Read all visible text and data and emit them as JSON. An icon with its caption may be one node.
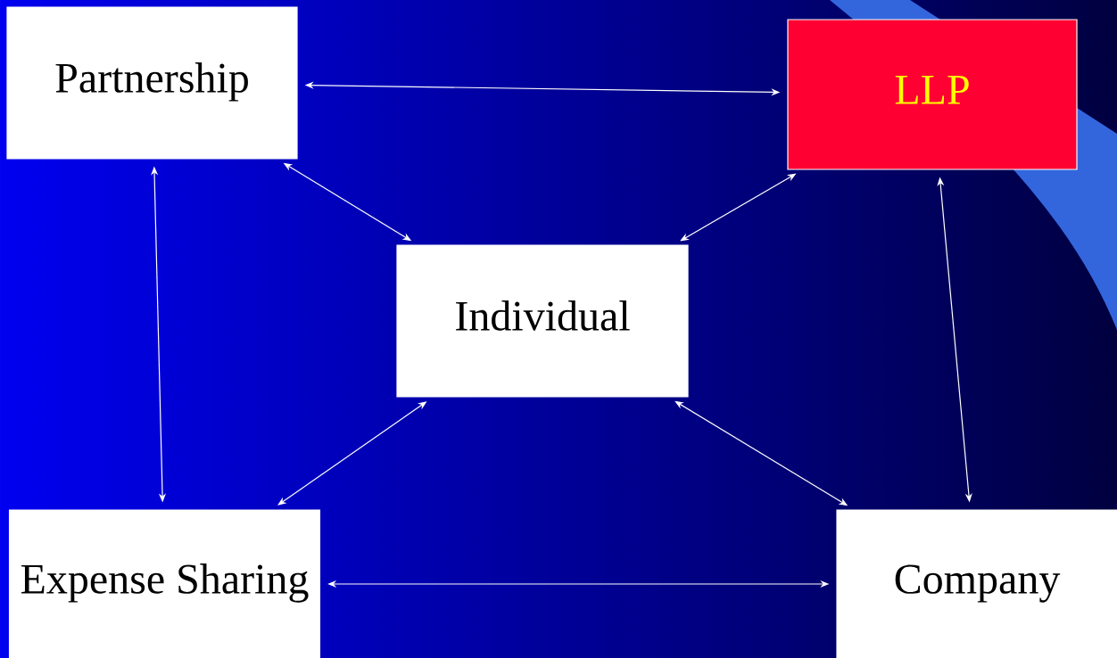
{
  "diagram": {
    "nodes": [
      {
        "text": [
          "Partnership"
        ]
      },
      {
        "text": [
          "LLP"
        ]
      },
      {
        "text": [
          "Individual"
        ]
      },
      {
        "text": [
          "Expense Sharing"
        ]
      },
      {
        "text": [
          "Company"
        ]
      }
    ],
    "edges": [
      {
        "from": 0,
        "to": 1,
        "arrow": "both"
      },
      {
        "from": 0,
        "to": 2,
        "arrow": "both"
      },
      {
        "from": 1,
        "to": 2,
        "arrow": "both"
      },
      {
        "from": 0,
        "to": 3,
        "arrow": "both"
      },
      {
        "from": 1,
        "to": 4,
        "arrow": "both"
      },
      {
        "from": 2,
        "to": 3,
        "arrow": "both"
      },
      {
        "from": 2,
        "to": 4,
        "arrow": "both"
      },
      {
        "from": 3,
        "to": 4,
        "arrow": "both"
      }
    ]
  }
}
